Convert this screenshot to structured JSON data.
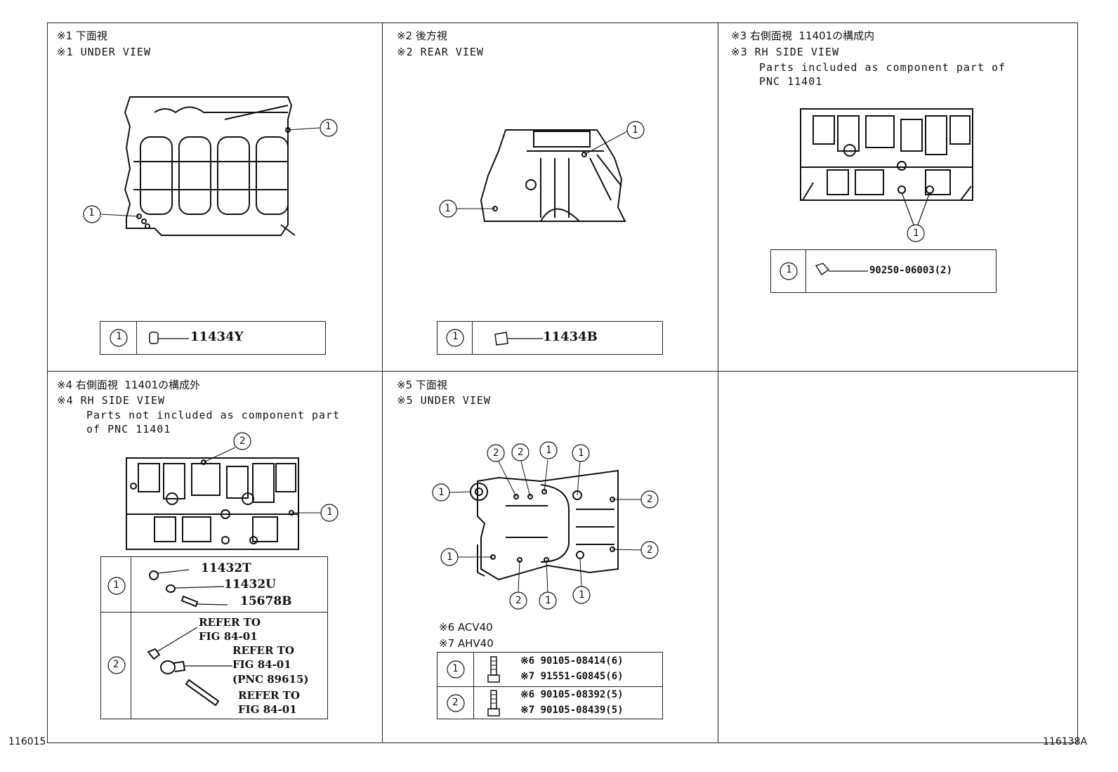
{
  "panels": {
    "p1": {
      "line1": "※1 下面視",
      "line2": "※1 UNDER VIEW",
      "callout": "1",
      "part": "11434Y"
    },
    "p2": {
      "line1": "※2 後方視",
      "line2": "※2 REAR VIEW",
      "callout": "1",
      "part": "11434B"
    },
    "p3": {
      "line1": "※3 右側面視  11401の構成内",
      "line2": "※3 RH SIDE VIEW",
      "line3": "Parts included as component part of",
      "line4": "PNC 11401",
      "callout": "1",
      "part": "90250-06003(2)"
    },
    "p4": {
      "line1": "※4 右側面視  11401の構成外",
      "line2": "※4 RH SIDE VIEW",
      "line3": "Parts not included as component part",
      "line4": "of PNC 11401",
      "callout1": "1",
      "callout2": "2",
      "parts": [
        "11432T",
        "11432U",
        "15678B"
      ],
      "ref1a": "REFER TO",
      "ref1b": "FIG 84-01",
      "ref2a": "REFER TO",
      "ref2b": "FIG 84-01",
      "ref2c": "(PNC 89615)",
      "ref3a": "REFER TO",
      "ref3b": "FIG 84-01"
    },
    "p5": {
      "line1": "※5 下面視",
      "line2": "※5 UNDER VIEW",
      "callout1": "1",
      "callout2": "2",
      "variant6": "※6 ACV40",
      "variant7": "※7 AHV40",
      "r1a": "※6 90105-08414(6)",
      "r1b": "※7 91551-G0845(6)",
      "r2a": "※6 90105-08392(5)",
      "r2b": "※7 90105-08439(5)"
    }
  },
  "footer": {
    "left": "116015",
    "right": "116138A"
  }
}
